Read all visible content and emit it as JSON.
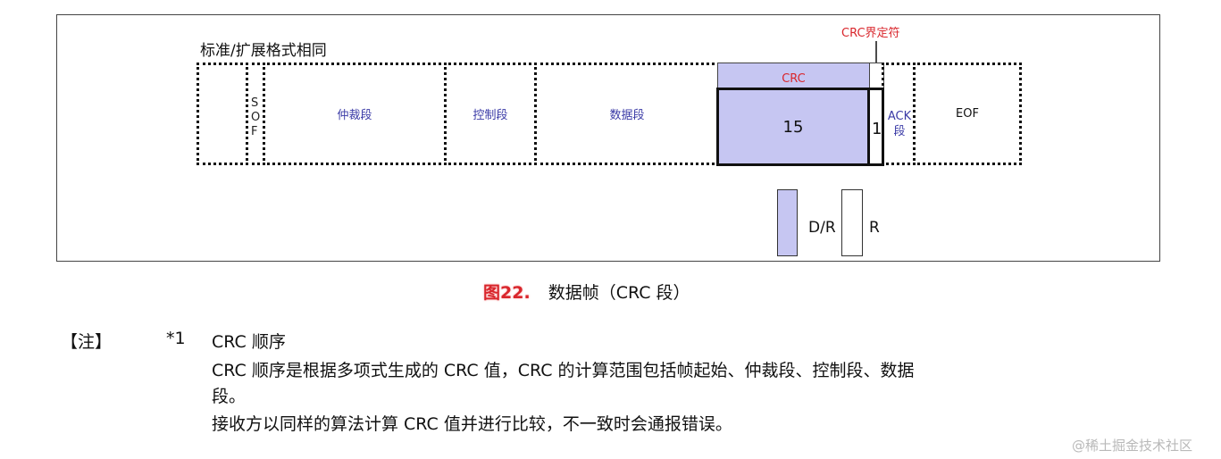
{
  "diagram": {
    "top_label": "标准/扩展格式相同",
    "crc_delimiter_label": "CRC界定符",
    "fields": {
      "sof_letters": [
        "S",
        "O",
        "F"
      ],
      "arbitration": "仲裁段",
      "control": "控制段",
      "data": "数据段",
      "crc_header": "CRC",
      "crc_bits": "15",
      "delimiter_bits": "1",
      "ack_line1": "ACK",
      "ack_line2": "段",
      "eof": "EOF"
    },
    "legend": {
      "dr_label": "D/R",
      "r_label": "R"
    },
    "colors": {
      "crc_fill": "#c6c6f2",
      "red_label": "#d9262c",
      "blue_label": "#3a3aa6"
    }
  },
  "caption": {
    "figure_no": "图22.",
    "title": "数据帧（CRC 段）"
  },
  "note": {
    "tag": "【注】",
    "marker": "*1",
    "heading": "CRC 顺序",
    "line1": "CRC 顺序是根据多项式生成的 CRC 值，CRC 的计算范围包括帧起始、仲裁段、控制段、数据",
    "line2": "段。",
    "line3": "接收方以同样的算法计算 CRC 值并进行比较，不一致时会通报错误。"
  },
  "watermark": "@稀土掘金技术社区"
}
